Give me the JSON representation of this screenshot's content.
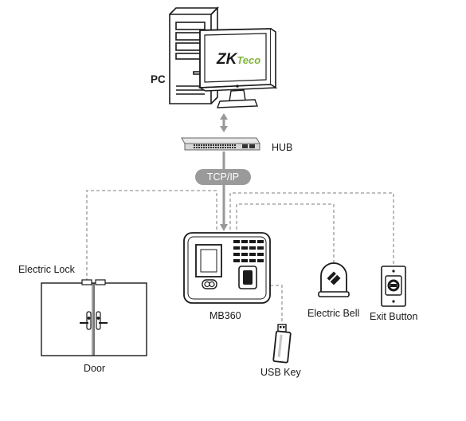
{
  "labels": {
    "pc": "PC",
    "hub": "HUB",
    "tcp_ip": "TCP/IP",
    "electric_lock": "Electric Lock",
    "device": "MB360",
    "electric_bell": "Electric Bell",
    "exit_button": "Exit Button",
    "door": "Door",
    "usb_key": "USB Key"
  },
  "monitor_logo": {
    "brand": "ZKTeco"
  },
  "colors": {
    "line": "#999999",
    "logo_green": "#7fb539",
    "dark": "#1a1a1a"
  }
}
